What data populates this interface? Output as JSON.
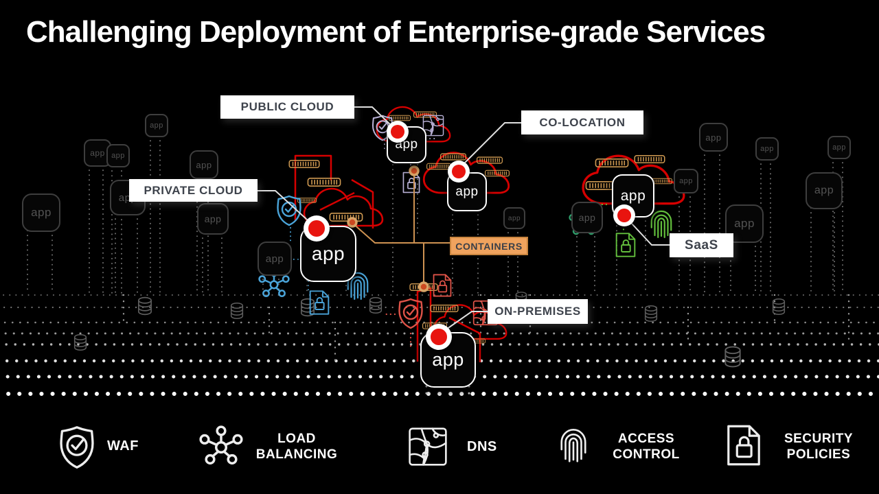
{
  "slide": {
    "title": "Challenging Deployment of Enterprise-grade Services"
  },
  "callouts": {
    "public_cloud": "PUBLIC CLOUD",
    "co_location": "CO-LOCATION",
    "private_cloud": "PRIVATE CLOUD",
    "containers": "CONTAINERS",
    "on_premises": "ON-PREMISES",
    "saas": "SaaS"
  },
  "app_box_text": "app",
  "legend": {
    "waf": "WAF",
    "load_balancing": "LOAD BALANCING",
    "dns": "DNS",
    "access_control": "ACCESS CONTROL",
    "security_policies": "SECURITY POLICIES"
  },
  "legend_icons": [
    "shield-check-icon",
    "load-balancer-hub-icon",
    "dns-map-icon",
    "fingerprint-icon",
    "document-lock-icon"
  ],
  "colors": {
    "background": "#000000",
    "title_text": "#ffffff",
    "accent_red": "#d60000",
    "red_dot": "#e8140f",
    "callout_bg": "#ffffff",
    "callout_text": "#3e434c",
    "containers_bg": "#f0a35e",
    "container_tan": "#cf9a52",
    "public_cloud_icon": "#b9b1d6",
    "private_cloud_icon": "#4aa4d9",
    "saas_icon": "#63bf3d",
    "on_prem_icon": "#e05348",
    "legend_icon": "#ededed"
  }
}
